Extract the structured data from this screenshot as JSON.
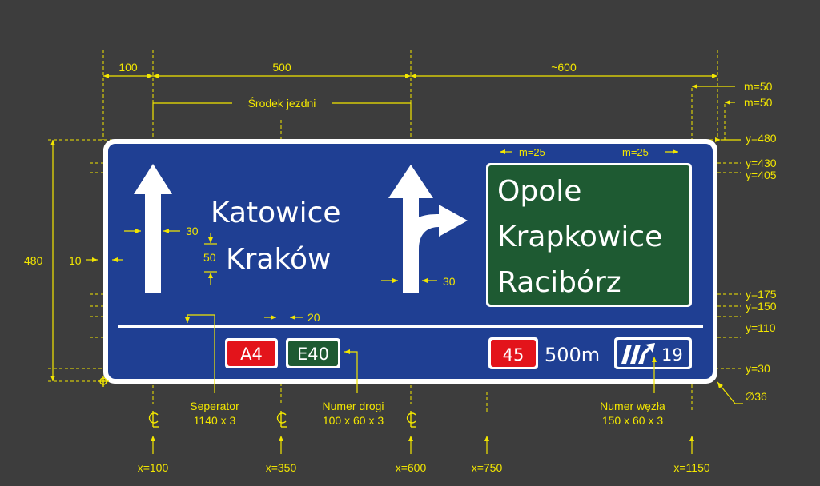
{
  "dimensions": {
    "top": [
      "100",
      "500",
      "~600"
    ],
    "margins": [
      "m=50",
      "m=50"
    ],
    "inner_margins": [
      "m=25",
      "m=25"
    ],
    "center_label": "Środek jezdni",
    "height": "480",
    "left_gap": "10",
    "gaps": [
      "30",
      "30",
      "20"
    ],
    "line_spacing": "50",
    "diameter": "∅36"
  },
  "y_levels": [
    "y=480",
    "y=430",
    "y=405",
    "y=175",
    "y=150",
    "y=110",
    "y=30"
  ],
  "x_levels": [
    "x=100",
    "x=350",
    "x=600",
    "x=750",
    "x=1150"
  ],
  "sign": {
    "left_cities": [
      "Katowice",
      "Kraków"
    ],
    "right_cities": [
      "Opole",
      "Krapkowice",
      "Racibórz"
    ],
    "road_numbers": [
      "A4",
      "E40",
      "45"
    ],
    "distance": "500m",
    "junction_number": "19"
  },
  "annotations": [
    {
      "title": "Seperator",
      "detail": "1140 x 3"
    },
    {
      "title": "Numer drogi",
      "detail": "100 x 60 x 3"
    },
    {
      "title": "Numer węzła",
      "detail": "150 x 60 x 3"
    }
  ],
  "colors": {
    "background": "#3d3d3d",
    "sign_blue": "#1f3f93",
    "panel_green": "#1e5a32",
    "road_red": "#e3141b",
    "dimension_yellow": "#f2e600"
  }
}
